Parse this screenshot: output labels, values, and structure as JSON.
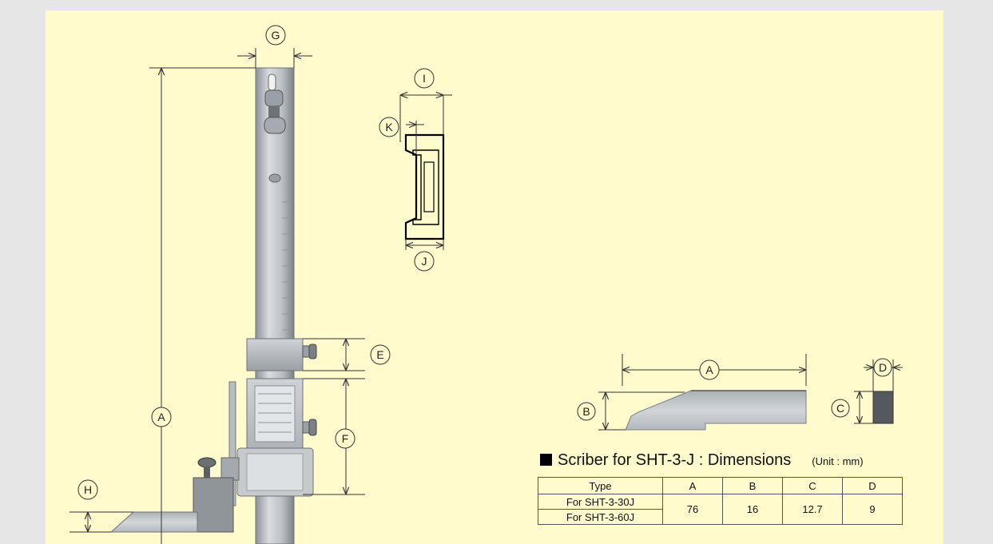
{
  "callouts": {
    "A_left": "A",
    "E": "E",
    "F": "F",
    "G": "G",
    "H": "H",
    "I": "I",
    "J": "J",
    "K": "K",
    "A_scriber": "A",
    "B": "B",
    "C": "C",
    "D": "D"
  },
  "scriber_table": {
    "heading": "Scriber for SHT-3-J : Dimensions",
    "unit": "(Unit : mm)",
    "headers": [
      "Type",
      "A",
      "B",
      "C",
      "D"
    ],
    "rows": [
      {
        "type": "For SHT-3-30J"
      },
      {
        "type": "For SHT-3-60J"
      }
    ],
    "merged_values": {
      "A": "76",
      "B": "16",
      "C": "12.7",
      "D": "9"
    }
  }
}
